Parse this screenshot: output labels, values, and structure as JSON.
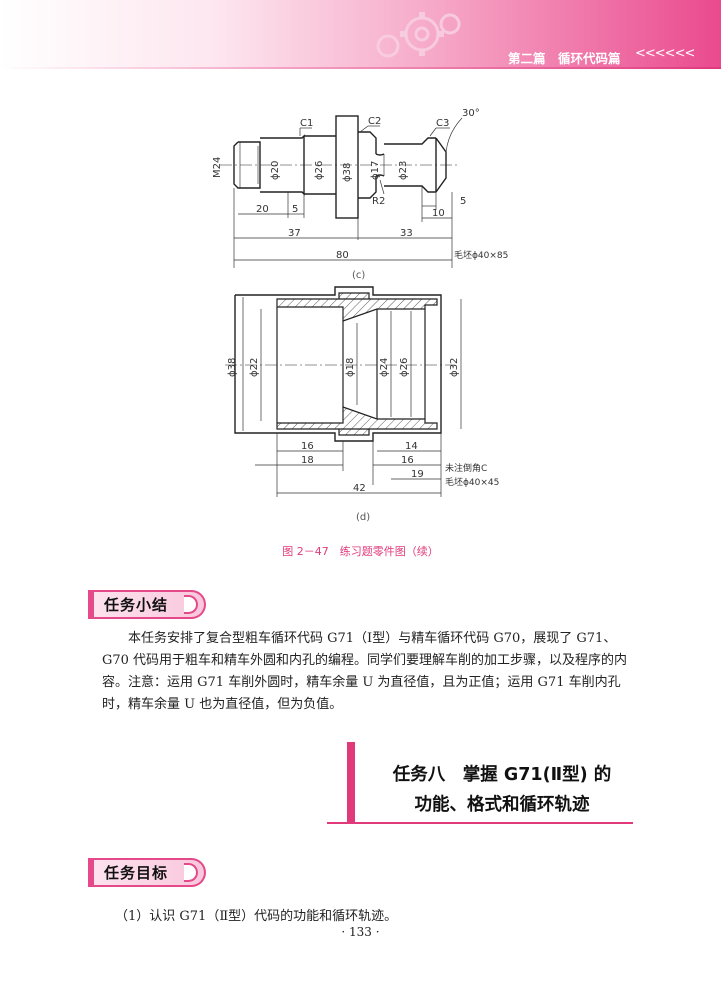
{
  "header": {
    "chapter_title": "第二篇　循环代码篇",
    "arrows": "<<<<<<"
  },
  "figure_c": {
    "dims": {
      "m24": "M24",
      "d20": "ϕ20",
      "d26": "ϕ26",
      "d38": "ϕ38",
      "d17": "ϕ17",
      "d23": "ϕ23",
      "c1": "C1",
      "c2": "C2",
      "c3": "C3",
      "r2": "R2",
      "angle": "30°",
      "l20": "20",
      "l5a": "5",
      "l5b": "5",
      "l10": "10",
      "l37": "37",
      "l33": "33",
      "l80": "80",
      "blank": "毛坯ϕ40×85"
    },
    "caption": "(c)"
  },
  "figure_d": {
    "dims": {
      "d38": "ϕ38",
      "d22": "ϕ22",
      "d18": "ϕ18",
      "d24": "ϕ24",
      "d26": "ϕ26",
      "d32": "ϕ32",
      "l16a": "16",
      "l18": "18",
      "l14": "14",
      "l16b": "16",
      "l19": "19",
      "l42": "42",
      "note1": "未注倒角C",
      "note2": "毛坯ϕ40×45"
    },
    "caption": "(d)"
  },
  "figure_caption": "图 2－47　练习题零件图（续）",
  "summary": {
    "tab_label": "任务小结",
    "paragraph": "本任务安排了复合型粗车循环代码 G71（Ⅰ型）与精车循环代码 G70，展现了 G71、G70 代码用于粗车和精车外圆和内孔的编程。同学们要理解车削的加工步骤，以及程序的内容。注意：运用 G71 车削外圆时，精车余量 U 为直径值，且为正值；运用 G71 车削内孔时，精车余量 U 也为直径值，但为负值。"
  },
  "task": {
    "title_line1": "任务八　掌握 G71(Ⅱ型) 的",
    "title_line2": "功能、格式和循环轨迹"
  },
  "objectives": {
    "tab_label": "任务目标",
    "item1": "（1）认识 G71（Ⅱ型）代码的功能和循环轨迹。"
  },
  "page_number": "· 133 ·",
  "colors": {
    "accent": "#e03a7a",
    "tab_border": "#e5498a"
  }
}
